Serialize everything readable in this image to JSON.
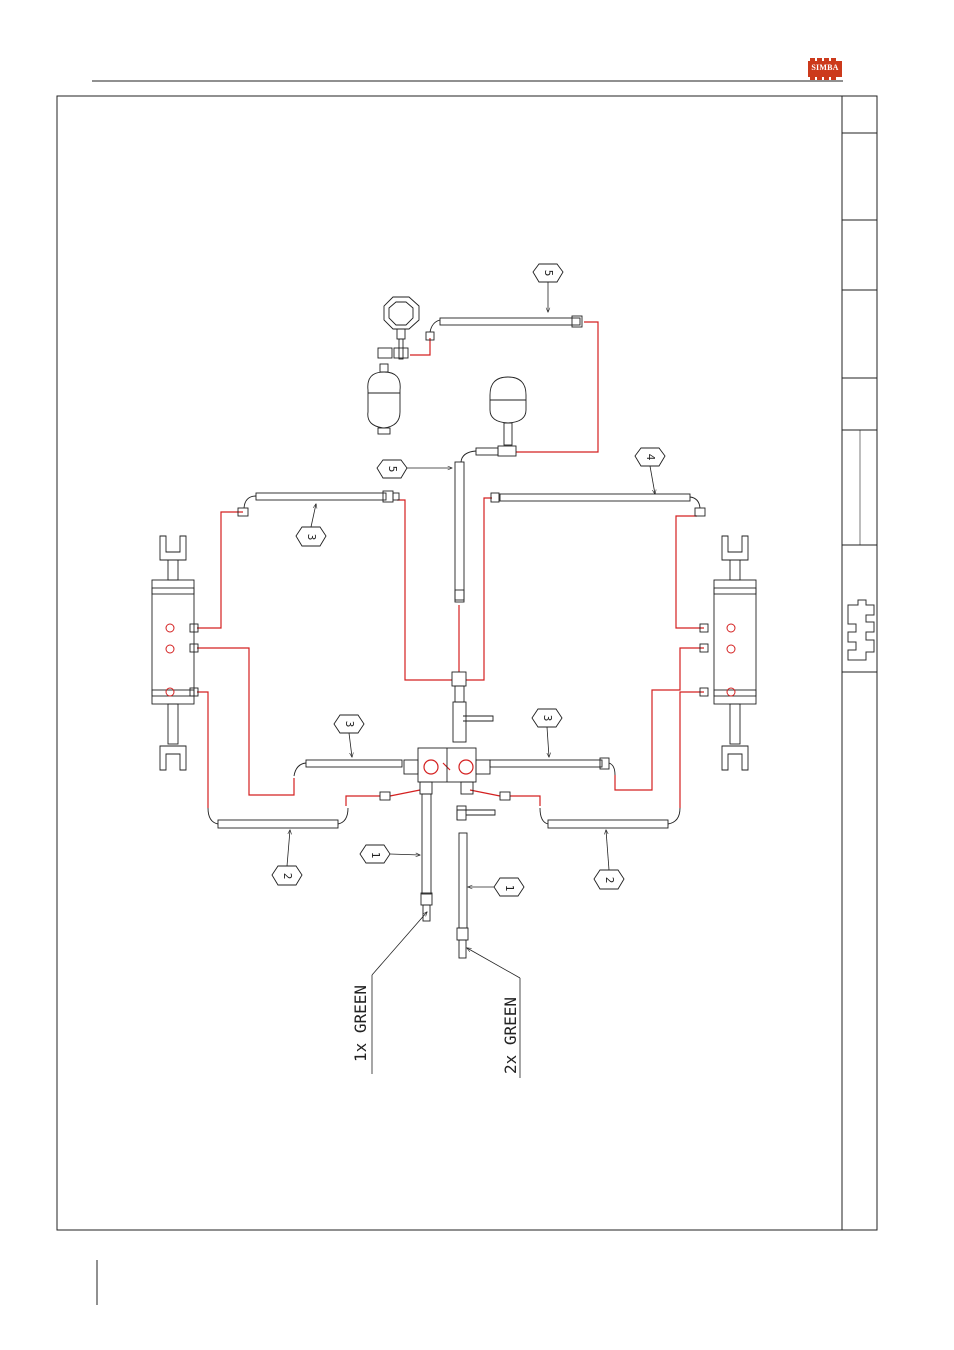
{
  "header": {
    "logo_text": "SIMBA",
    "brand_color": "#cc3a1c"
  },
  "diagram": {
    "callouts": [
      "5",
      "5",
      "3",
      "4",
      "3",
      "3",
      "2",
      "2",
      "1",
      "1"
    ],
    "labels": {
      "left_hose_group": "1x GREEN",
      "right_hose_group": "2x GREEN"
    }
  },
  "colors": {
    "hose": "#d42020",
    "line": "#222222"
  }
}
